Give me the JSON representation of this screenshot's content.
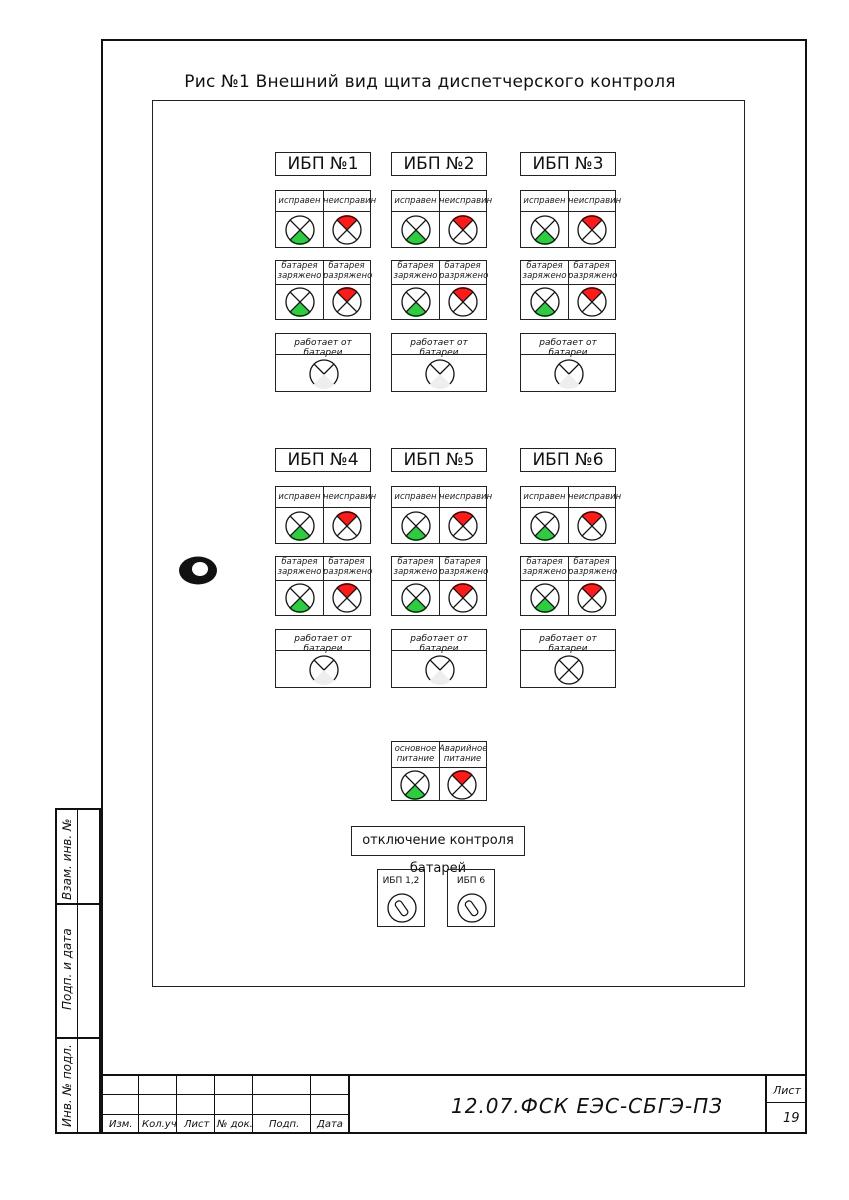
{
  "caption": "Рис №1 Внешний вид щита диспетчерского контроля",
  "units": [
    {
      "title": "ИБП №1",
      "last_lamp": "half"
    },
    {
      "title": "ИБП №2",
      "last_lamp": "half"
    },
    {
      "title": "ИБП №3",
      "last_lamp": "half"
    },
    {
      "title": "ИБП №4",
      "last_lamp": "half"
    },
    {
      "title": "ИБП №5",
      "last_lamp": "half"
    },
    {
      "title": "ИБП №6",
      "last_lamp": "cross"
    }
  ],
  "labels": {
    "ok": "исправен",
    "fault": "неисправин",
    "charged": "батарея заряжено",
    "discharged": "батарея разряжено",
    "on_battery": "работает от батареи",
    "main_power": "основное питание",
    "emergency_power": "Аварийное питание",
    "disable_control": "отключение контроля батарей"
  },
  "switches": [
    "ИБП 1,2",
    "ИБП 6"
  ],
  "side_stamps": [
    "Взам. инв. №",
    "Подп. и дата",
    "Инв. № подл."
  ],
  "title_block": {
    "headers": [
      "Изм.",
      "Кол.уч",
      "Лист",
      "№ док.",
      "Подп.",
      "Дата"
    ],
    "document_code": "12.07.ФСК ЕЭС-СБГЭ-ПЗ",
    "sheet_label": "Лист",
    "sheet_number": "19"
  },
  "colors": {
    "indicator_green": "#2ecc40",
    "indicator_red": "#ff1a1a",
    "line": "#222222"
  }
}
